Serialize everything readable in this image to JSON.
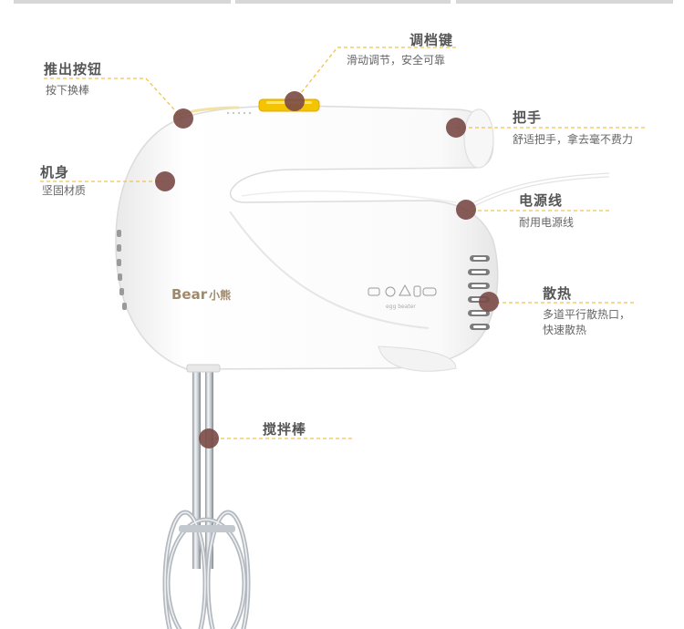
{
  "colors": {
    "accent_line": "#f2c34a",
    "marker": "#7a4a46",
    "slider": "#f5c400",
    "body_white": "#ffffff",
    "body_shadow": "#d9d9d9",
    "steel": "#b9bfc6"
  },
  "brand": {
    "logo": "Bear",
    "logo_cn": "小熊"
  },
  "callouts": {
    "push_button": {
      "title": "推出按钮",
      "desc": "按下换棒"
    },
    "speed_key": {
      "title": "调档键",
      "desc": "滑动调节，安全可靠"
    },
    "handle": {
      "title": "把手",
      "desc": "舒适把手，拿去毫不费力"
    },
    "body": {
      "title": "机身",
      "desc": "坚固材质"
    },
    "power_cord": {
      "title": "电源线",
      "desc": "耐用电源线"
    },
    "cooling": {
      "title": "散热",
      "desc": [
        "多道平行散热口，",
        "快速散热"
      ]
    },
    "beater": {
      "title": "搅拌棒"
    }
  }
}
